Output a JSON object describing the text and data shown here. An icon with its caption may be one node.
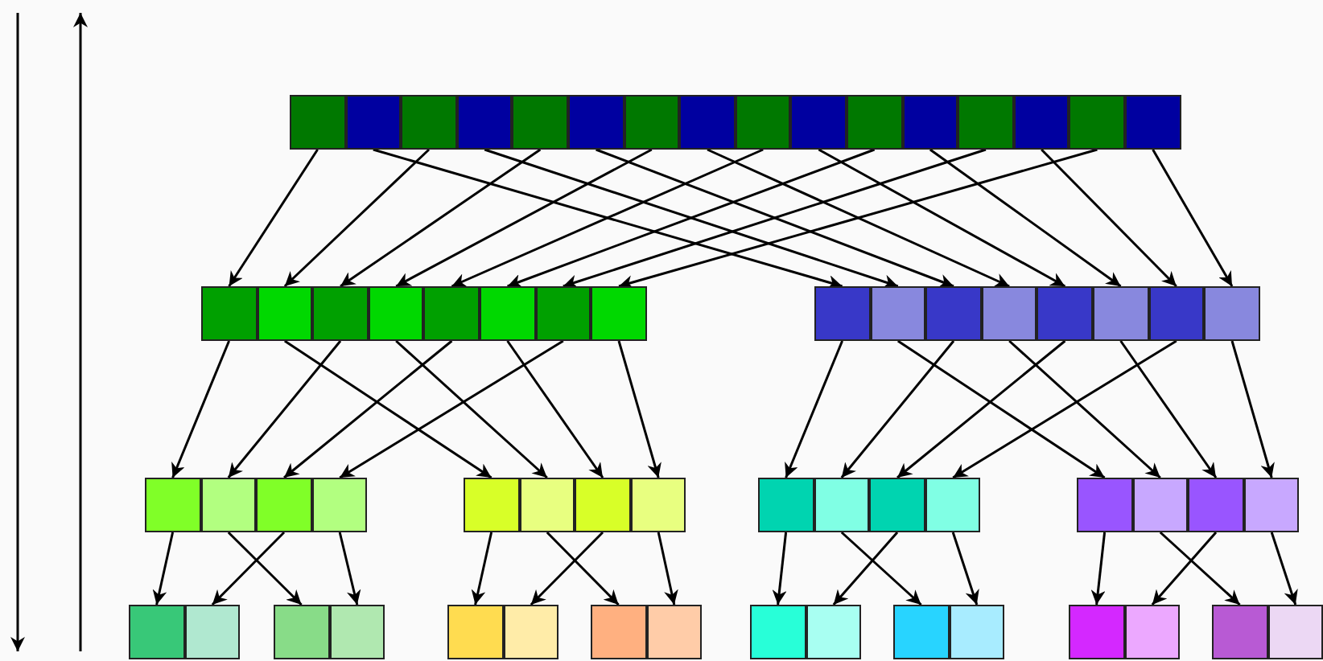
{
  "diagram": {
    "nodes": [
      {
        "text": [],
        "shape": "box"
      },
      {
        "text": [],
        "shape": "box"
      },
      {
        "text": [],
        "shape": "box"
      },
      {
        "text": [],
        "shape": "box"
      },
      {
        "text": [],
        "shape": "box"
      },
      {
        "text": [],
        "shape": "box"
      },
      {
        "text": [],
        "shape": "box"
      },
      {
        "text": [],
        "shape": "box"
      },
      {
        "text": [],
        "shape": "box"
      },
      {
        "text": [],
        "shape": "box"
      },
      {
        "text": [],
        "shape": "box"
      },
      {
        "text": [],
        "shape": "box"
      },
      {
        "text": [],
        "shape": "box"
      },
      {
        "text": [],
        "shape": "box"
      },
      {
        "text": [],
        "shape": "box"
      },
      {
        "text": [],
        "shape": "box"
      },
      {
        "text": [],
        "shape": "box"
      },
      {
        "text": [],
        "shape": "box"
      },
      {
        "text": [],
        "shape": "box"
      },
      {
        "text": [],
        "shape": "box"
      },
      {
        "text": [],
        "shape": "box"
      },
      {
        "text": [],
        "shape": "box"
      },
      {
        "text": [],
        "shape": "box"
      },
      {
        "text": [],
        "shape": "box"
      },
      {
        "text": [],
        "shape": "box"
      },
      {
        "text": [],
        "shape": "box"
      },
      {
        "text": [],
        "shape": "box"
      },
      {
        "text": [],
        "shape": "box"
      },
      {
        "text": [],
        "shape": "box"
      },
      {
        "text": [],
        "shape": "box"
      },
      {
        "text": [],
        "shape": "box"
      },
      {
        "text": [],
        "shape": "box"
      },
      {
        "text": [],
        "shape": "box"
      },
      {
        "text": [],
        "shape": "box"
      },
      {
        "text": [],
        "shape": "box"
      },
      {
        "text": [],
        "shape": "box"
      },
      {
        "text": [],
        "shape": "box"
      },
      {
        "text": [],
        "shape": "box"
      },
      {
        "text": [],
        "shape": "box"
      },
      {
        "text": [],
        "shape": "box"
      },
      {
        "text": [],
        "shape": "box"
      },
      {
        "text": [],
        "shape": "box"
      },
      {
        "text": [],
        "shape": "box"
      },
      {
        "text": [],
        "shape": "box"
      },
      {
        "text": [],
        "shape": "box"
      },
      {
        "text": [],
        "shape": "box"
      },
      {
        "text": [],
        "shape": "box"
      },
      {
        "text": [],
        "shape": "box"
      },
      {
        "text": [],
        "shape": "box"
      },
      {
        "text": [],
        "shape": "box"
      },
      {
        "text": [],
        "shape": "box"
      },
      {
        "text": [],
        "shape": "box"
      },
      {
        "text": [],
        "shape": "box"
      },
      {
        "text": [],
        "shape": "box"
      },
      {
        "text": [],
        "shape": "box"
      },
      {
        "text": [],
        "shape": "box"
      },
      {
        "text": [],
        "shape": "box"
      },
      {
        "text": [],
        "shape": "box"
      },
      {
        "text": [],
        "shape": "box"
      },
      {
        "text": [],
        "shape": "box"
      },
      {
        "text": [],
        "shape": "box"
      },
      {
        "text": [],
        "shape": "box"
      },
      {
        "text": [],
        "shape": "box"
      },
      {
        "text": [],
        "shape": "box"
      }
    ],
    "edges": [
      {
        "from": 0,
        "to": 16,
        "arrow": "to"
      },
      {
        "from": 1,
        "to": 24,
        "arrow": "to"
      },
      {
        "from": 2,
        "to": 17,
        "arrow": "to"
      },
      {
        "from": 3,
        "to": 25,
        "arrow": "to"
      },
      {
        "from": 4,
        "to": 18,
        "arrow": "to"
      },
      {
        "from": 5,
        "to": 26,
        "arrow": "to"
      },
      {
        "from": 6,
        "to": 19,
        "arrow": "to"
      },
      {
        "from": 7,
        "to": 27,
        "arrow": "to"
      },
      {
        "from": 8,
        "to": 20,
        "arrow": "to"
      },
      {
        "from": 9,
        "to": 28,
        "arrow": "to"
      },
      {
        "from": 10,
        "to": 21,
        "arrow": "to"
      },
      {
        "from": 11,
        "to": 29,
        "arrow": "to"
      },
      {
        "from": 12,
        "to": 22,
        "arrow": "to"
      },
      {
        "from": 13,
        "to": 30,
        "arrow": "to"
      },
      {
        "from": 14,
        "to": 23,
        "arrow": "to"
      },
      {
        "from": 15,
        "to": 31,
        "arrow": "to"
      },
      {
        "from": 16,
        "to": 32,
        "arrow": "to"
      },
      {
        "from": 17,
        "to": 36,
        "arrow": "to"
      },
      {
        "from": 18,
        "to": 33,
        "arrow": "to"
      },
      {
        "from": 19,
        "to": 37,
        "arrow": "to"
      },
      {
        "from": 20,
        "to": 34,
        "arrow": "to"
      },
      {
        "from": 21,
        "to": 38,
        "arrow": "to"
      },
      {
        "from": 22,
        "to": 35,
        "arrow": "to"
      },
      {
        "from": 23,
        "to": 39,
        "arrow": "to"
      },
      {
        "from": 24,
        "to": 40,
        "arrow": "to"
      },
      {
        "from": 25,
        "to": 44,
        "arrow": "to"
      },
      {
        "from": 26,
        "to": 41,
        "arrow": "to"
      },
      {
        "from": 27,
        "to": 45,
        "arrow": "to"
      },
      {
        "from": 28,
        "to": 42,
        "arrow": "to"
      },
      {
        "from": 29,
        "to": 46,
        "arrow": "to"
      },
      {
        "from": 30,
        "to": 43,
        "arrow": "to"
      },
      {
        "from": 31,
        "to": 47,
        "arrow": "to"
      },
      {
        "from": 32,
        "to": 48,
        "arrow": "to"
      },
      {
        "from": 33,
        "to": 50,
        "arrow": "to"
      },
      {
        "from": 34,
        "to": 49,
        "arrow": "to"
      },
      {
        "from": 35,
        "to": 51,
        "arrow": "to"
      },
      {
        "from": 36,
        "to": 52,
        "arrow": "to"
      },
      {
        "from": 37,
        "to": 54,
        "arrow": "to"
      },
      {
        "from": 38,
        "to": 53,
        "arrow": "to"
      },
      {
        "from": 39,
        "to": 55,
        "arrow": "to"
      },
      {
        "from": 40,
        "to": 56,
        "arrow": "to"
      },
      {
        "from": 41,
        "to": 58,
        "arrow": "to"
      },
      {
        "from": 42,
        "to": 57,
        "arrow": "to"
      },
      {
        "from": 43,
        "to": 59,
        "arrow": "to"
      },
      {
        "from": 44,
        "to": 60,
        "arrow": "to"
      },
      {
        "from": 45,
        "to": 62,
        "arrow": "to"
      },
      {
        "from": 46,
        "to": 61,
        "arrow": "to"
      },
      {
        "from": 47,
        "to": 63,
        "arrow": "to"
      }
    ]
  }
}
